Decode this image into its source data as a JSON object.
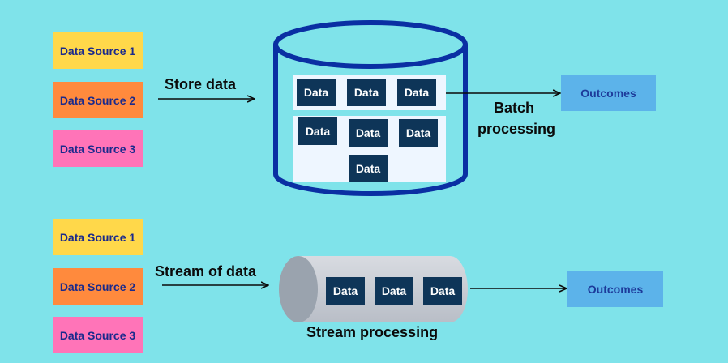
{
  "batch": {
    "sources": [
      "Data Source 1",
      "Data Source 2",
      "Data Source 3"
    ],
    "store_label": "Store data",
    "chips_top": [
      "Data",
      "Data",
      "Data"
    ],
    "chips_bottom": [
      "Data",
      "Data",
      "Data",
      "Data"
    ],
    "process_label_line1": "Batch",
    "process_label_line2": "processing",
    "outcome": "Outcomes"
  },
  "stream": {
    "sources": [
      "Data Source 1",
      "Data Source 2",
      "Data Source 3"
    ],
    "flow_label": "Stream of data",
    "chips": [
      "Data",
      "Data",
      "Data"
    ],
    "process_label": "Stream processing",
    "outcome": "Outcomes"
  },
  "colors": {
    "background": "#7fe3ea",
    "source1": "#ffd84a",
    "source2": "#ff8a3d",
    "source3": "#ff74b8",
    "cylinder_stroke": "#0a2fa3",
    "chip": "#0e3558",
    "outcome": "#5cb3ea",
    "pipe": "#c8ccd4"
  }
}
